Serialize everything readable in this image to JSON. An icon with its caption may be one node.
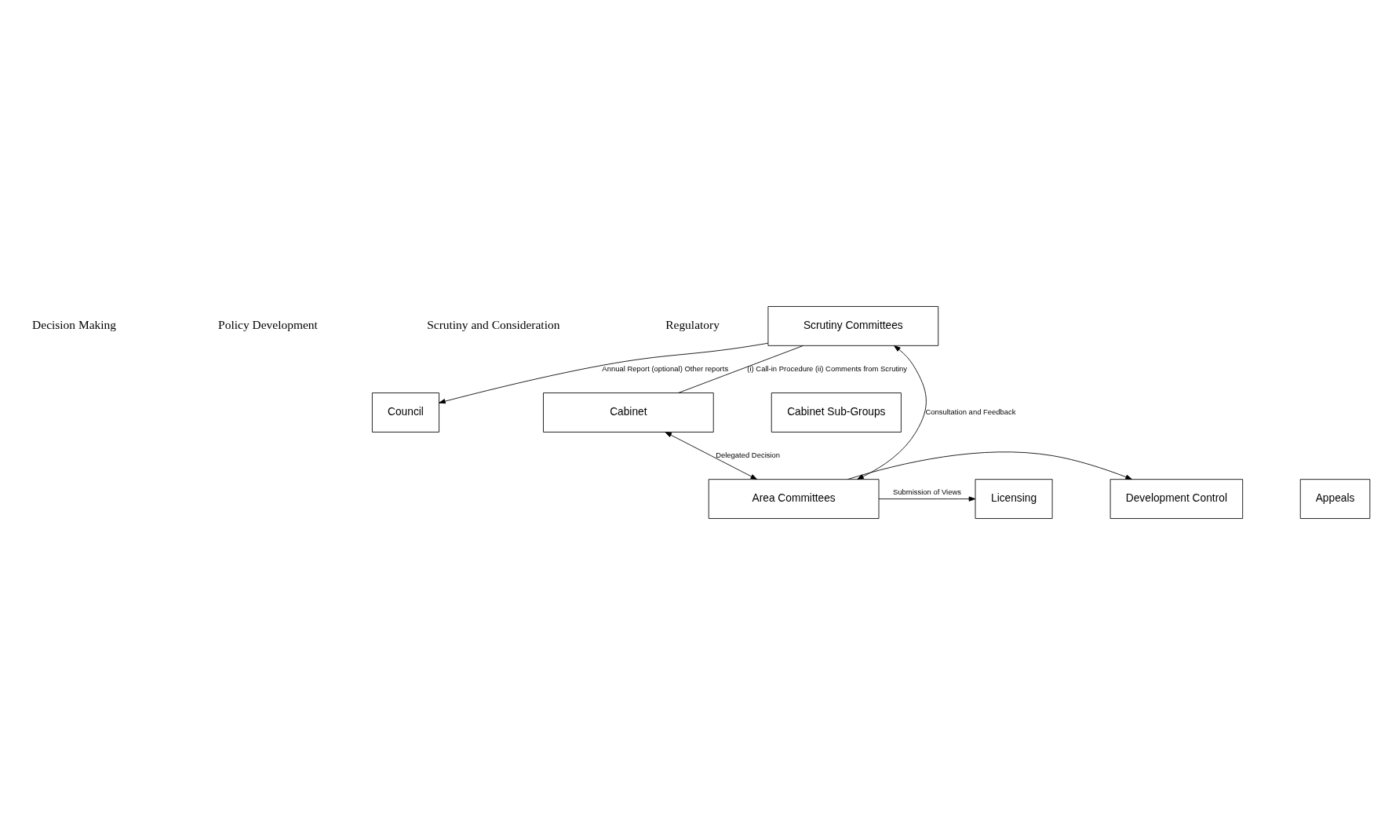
{
  "diagram": {
    "nodes": [
      {
        "text": [
          "Council"
        ]
      },
      {
        "text": [
          "Cabinet"
        ]
      },
      {
        "text": [
          "Cabinet Sub-Groups"
        ]
      },
      {
        "text": [
          "Scrutiny Committees"
        ]
      },
      {
        "text": [
          "Area Committees"
        ]
      },
      {
        "text": [
          "Licensing"
        ]
      },
      {
        "text": [
          "Development Control"
        ]
      },
      {
        "text": [
          "Appeals"
        ]
      }
    ],
    "edges": [
      {
        "from": 3,
        "to": 0,
        "arrow": "to",
        "label": "Annual Report (optional) Other reports"
      },
      {
        "from": 3,
        "to": 1,
        "arrow": "none",
        "label": "(i) Call-in Procedure (ii) Comments from Scrutiny"
      },
      {
        "from": 1,
        "to": 4,
        "arrow": "both",
        "label": "Delegated Decision"
      },
      {
        "from": 3,
        "to": 4,
        "arrow": "both",
        "label": "Consultation and Feedback"
      },
      {
        "from": 4,
        "to": 5,
        "arrow": "to",
        "label": "Submission of Views"
      },
      {
        "from": 4,
        "to": 6,
        "arrow": "to"
      }
    ],
    "labels": [
      "Decision Making",
      "Policy Development",
      "Scrutiny and Consideration",
      "Regulatory"
    ]
  }
}
